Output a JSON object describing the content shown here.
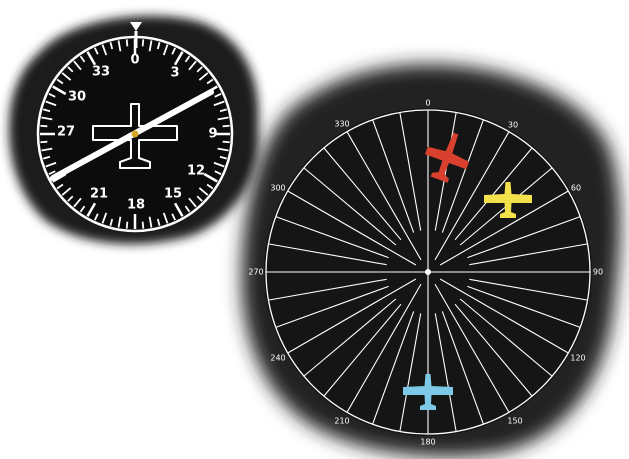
{
  "heading_indicator": {
    "labels": [
      "0",
      "3",
      "9",
      "12",
      "15",
      "18",
      "21",
      "27",
      "30",
      "33"
    ]
  },
  "azimuth_display": {
    "labels": [
      "0",
      "30",
      "60",
      "90",
      "120",
      "150",
      "180",
      "210",
      "240",
      "270",
      "300",
      "330"
    ],
    "aircraft": [
      {
        "name": "red aircraft",
        "color": "#d9412e"
      },
      {
        "name": "yellow aircraft",
        "color": "#f2e14a"
      },
      {
        "name": "blue aircraft",
        "color": "#7cc8e6"
      }
    ]
  },
  "colors": {
    "background": "#ffffff",
    "dial": "#0c0c0c",
    "shadow": "#1e1e1e",
    "lines": "#ffffff",
    "needle_pivot": "#d8a72a"
  }
}
